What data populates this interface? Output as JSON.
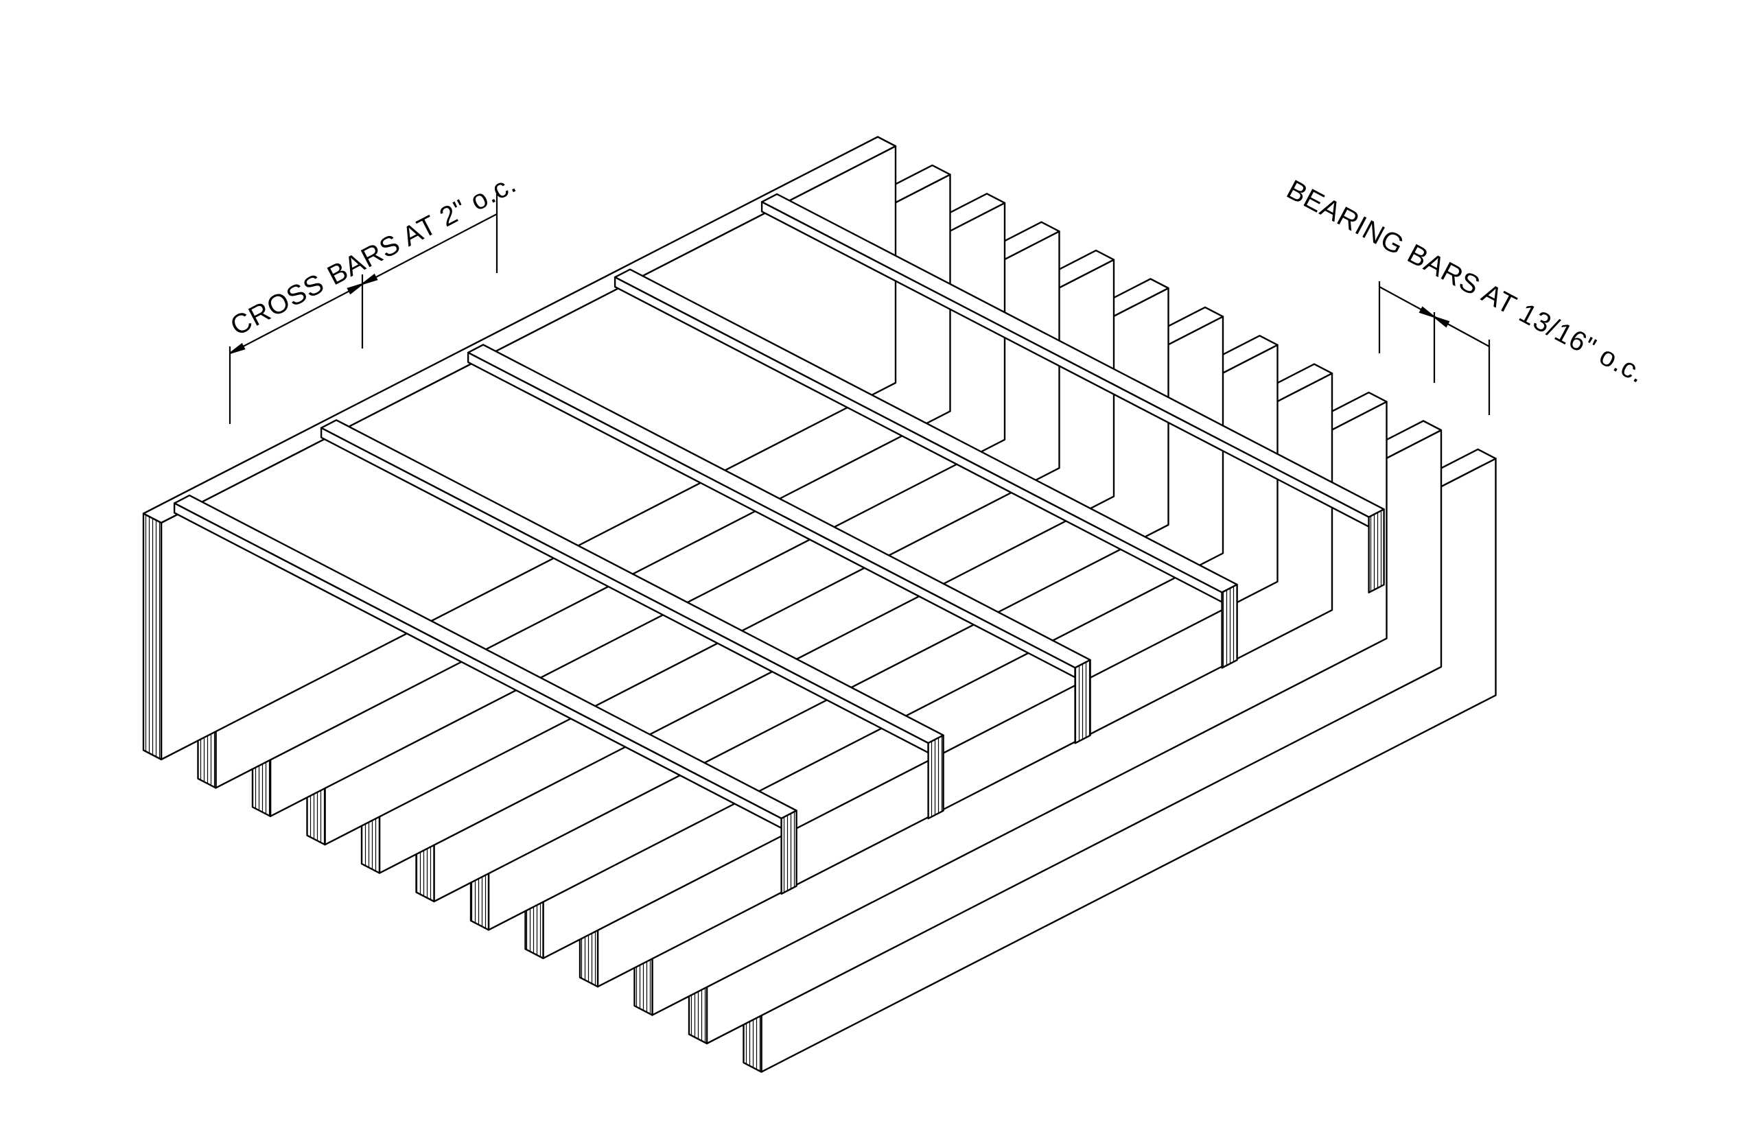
{
  "colors": {
    "line": "#000000",
    "paper": "#ffffff"
  },
  "diagram": {
    "bearing_bar_count": 12,
    "cross_bar_count": 5,
    "annotations": {
      "cross_bars": "CROSS BARS AT 2\" o.c.",
      "bearing_bars": "BEARING BARS AT 13/16\" o.c."
    }
  }
}
